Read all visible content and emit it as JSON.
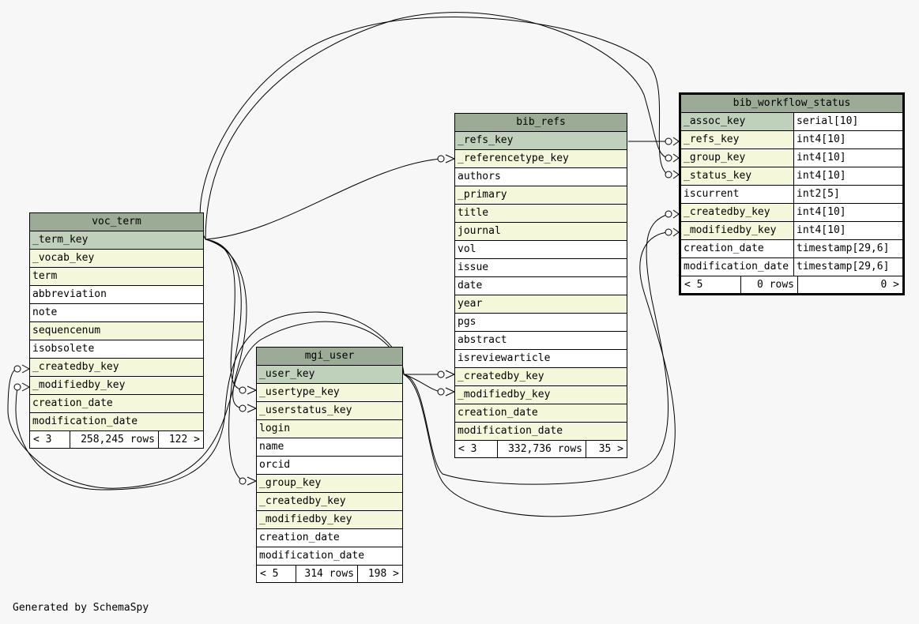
{
  "generated_by": "Generated by SchemaSpy",
  "colors": {
    "header": "#9bab96",
    "primary_key": "#bfd1bb",
    "foreign_key": "#f4f7da",
    "plain": "#ffffff",
    "background": "#f7f7f7"
  },
  "tables": {
    "voc_term": {
      "name": "voc_term",
      "columns": [
        {
          "name": "_term_key",
          "kind": "pk"
        },
        {
          "name": "_vocab_key",
          "kind": "fk"
        },
        {
          "name": "term",
          "kind": "fk"
        },
        {
          "name": "abbreviation",
          "kind": "plain"
        },
        {
          "name": "note",
          "kind": "plain"
        },
        {
          "name": "sequencenum",
          "kind": "fk"
        },
        {
          "name": "isobsolete",
          "kind": "plain"
        },
        {
          "name": "_createdby_key",
          "kind": "fk"
        },
        {
          "name": "_modifiedby_key",
          "kind": "fk"
        },
        {
          "name": "creation_date",
          "kind": "fk"
        },
        {
          "name": "modification_date",
          "kind": "fk"
        }
      ],
      "footer": {
        "parents": "< 3",
        "rows": "258,245 rows",
        "children": "122 >"
      }
    },
    "mgi_user": {
      "name": "mgi_user",
      "columns": [
        {
          "name": "_user_key",
          "kind": "pk"
        },
        {
          "name": "_usertype_key",
          "kind": "fk"
        },
        {
          "name": "_userstatus_key",
          "kind": "fk"
        },
        {
          "name": "login",
          "kind": "fk"
        },
        {
          "name": "name",
          "kind": "plain"
        },
        {
          "name": "orcid",
          "kind": "plain"
        },
        {
          "name": "_group_key",
          "kind": "fk"
        },
        {
          "name": "_createdby_key",
          "kind": "fk"
        },
        {
          "name": "_modifiedby_key",
          "kind": "fk"
        },
        {
          "name": "creation_date",
          "kind": "plain"
        },
        {
          "name": "modification_date",
          "kind": "plain"
        }
      ],
      "footer": {
        "parents": "< 5",
        "rows": "314 rows",
        "children": "198 >"
      }
    },
    "bib_refs": {
      "name": "bib_refs",
      "columns": [
        {
          "name": "_refs_key",
          "kind": "pk"
        },
        {
          "name": "_referencetype_key",
          "kind": "fk"
        },
        {
          "name": "authors",
          "kind": "plain"
        },
        {
          "name": "_primary",
          "kind": "fk"
        },
        {
          "name": "title",
          "kind": "fk"
        },
        {
          "name": "journal",
          "kind": "fk"
        },
        {
          "name": "vol",
          "kind": "plain"
        },
        {
          "name": "issue",
          "kind": "plain"
        },
        {
          "name": "date",
          "kind": "plain"
        },
        {
          "name": "year",
          "kind": "fk"
        },
        {
          "name": "pgs",
          "kind": "plain"
        },
        {
          "name": "abstract",
          "kind": "plain"
        },
        {
          "name": "isreviewarticle",
          "kind": "plain"
        },
        {
          "name": "_createdby_key",
          "kind": "fk"
        },
        {
          "name": "_modifiedby_key",
          "kind": "fk"
        },
        {
          "name": "creation_date",
          "kind": "fk"
        },
        {
          "name": "modification_date",
          "kind": "fk"
        }
      ],
      "footer": {
        "parents": "< 3",
        "rows": "332,736 rows",
        "children": "35 >"
      }
    },
    "bib_workflow_status": {
      "name": "bib_workflow_status",
      "columns": [
        {
          "name": "_assoc_key",
          "type": "serial[10]",
          "kind": "pk"
        },
        {
          "name": "_refs_key",
          "type": "int4[10]",
          "kind": "fk"
        },
        {
          "name": "_group_key",
          "type": "int4[10]",
          "kind": "fk"
        },
        {
          "name": "_status_key",
          "type": "int4[10]",
          "kind": "fk"
        },
        {
          "name": "iscurrent",
          "type": "int2[5]",
          "kind": "plain"
        },
        {
          "name": "_createdby_key",
          "type": "int4[10]",
          "kind": "fk"
        },
        {
          "name": "_modifiedby_key",
          "type": "int4[10]",
          "kind": "fk"
        },
        {
          "name": "creation_date",
          "type": "timestamp[29,6]",
          "kind": "plain"
        },
        {
          "name": "modification_date",
          "type": "timestamp[29,6]",
          "kind": "plain"
        }
      ],
      "footer": {
        "parents": "< 5",
        "rows": "0 rows",
        "children": "0 >"
      }
    }
  }
}
